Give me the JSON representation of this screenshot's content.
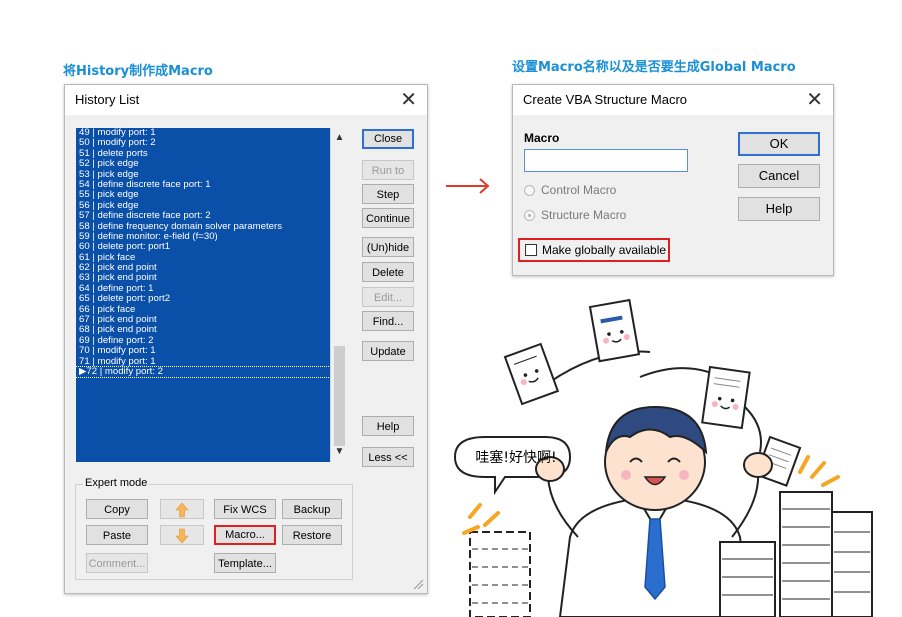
{
  "captions": {
    "left": "将History制作成Macro",
    "right": "设置Macro名称以及是否要生成Global Macro"
  },
  "history_dialog": {
    "title": "History List",
    "close_glyph": "✕",
    "lines": [
      "49 | modify port: 1",
      "50 | modify port: 2",
      "51 | delete ports",
      "52 | pick edge",
      "53 | pick edge",
      "54 | define discrete face port: 1",
      "55 | pick edge",
      "56 | pick edge",
      "57 | define discrete face port: 2",
      "58 | define frequency domain solver parameters",
      "59 | define monitor: e-field (f=30)",
      "60 | delete port: port1",
      "61 | pick face",
      "62 | pick end point",
      "63 | pick end point",
      "64 | define port: 1",
      "65 | delete port: port2",
      "66 | pick face",
      "67 | pick end point",
      "68 | pick end point",
      "69 | define port: 2",
      "70 | modify port: 1",
      "71 | modify port: 1",
      "▶72 | modify port: 2"
    ],
    "scroll_up": "▲",
    "scroll_down": "▼",
    "buttons": {
      "close": "Close",
      "run_to": "Run to",
      "step": "Step",
      "continue": "Continue",
      "unhide": "(Un)hide",
      "delete": "Delete",
      "edit": "Edit...",
      "find": "Find...",
      "update": "Update",
      "help": "Help",
      "less": "Less <<"
    },
    "expert": {
      "label": "Expert mode",
      "copy": "Copy",
      "paste": "Paste",
      "fix_wcs": "Fix WCS",
      "backup": "Backup",
      "macro": "Macro...",
      "restore": "Restore",
      "comment": "Comment...",
      "template": "Template..."
    }
  },
  "macro_dialog": {
    "title": "Create VBA Structure Macro",
    "close_glyph": "✕",
    "macro_label": "Macro",
    "macro_value": "",
    "control_macro": "Control Macro",
    "structure_macro": "Structure Macro",
    "make_global": "Make globally available",
    "ok": "OK",
    "cancel": "Cancel",
    "help": "Help"
  },
  "speech_bubble": "哇塞!好快啊!",
  "colors": {
    "caption": "#1a8fd6",
    "list_bg": "#0a4fa8",
    "highlight_red": "#e02020",
    "arrow_red": "#e03a2a",
    "arrow_orange": "#f5a623"
  }
}
